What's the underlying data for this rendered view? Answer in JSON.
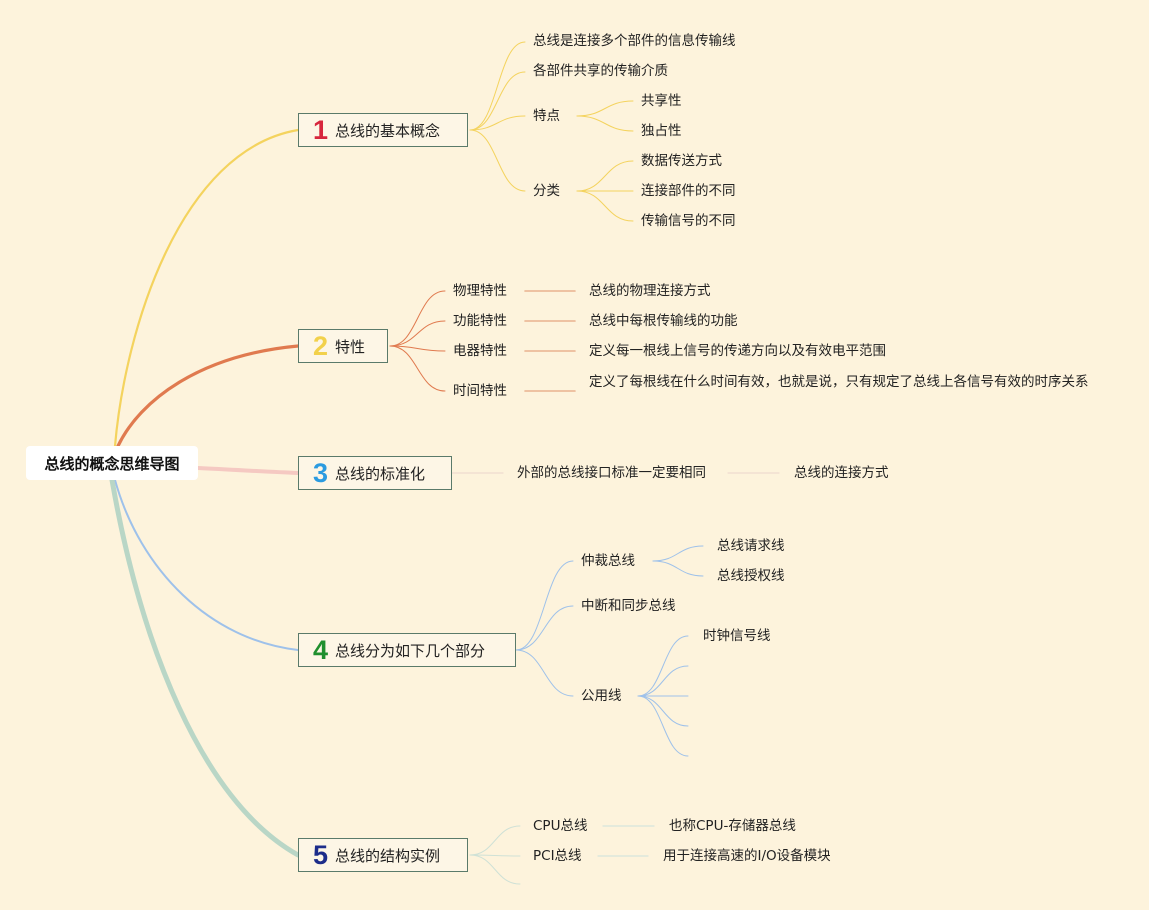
{
  "root": "总线的概念思维导图",
  "branches": [
    {
      "number": "1",
      "title": "总线的基本概念",
      "color": "#f4d35e",
      "number_color": "#d7263d",
      "children": [
        {
          "label": "总线是连接多个部件的信息传输线"
        },
        {
          "label": "各部件共享的传输介质"
        },
        {
          "label": "特点",
          "children": [
            {
              "label": "共享性"
            },
            {
              "label": "独占性"
            }
          ]
        },
        {
          "label": "分类",
          "children": [
            {
              "label": "数据传送方式"
            },
            {
              "label": "连接部件的不同"
            },
            {
              "label": "传输信号的不同"
            }
          ]
        }
      ]
    },
    {
      "number": "2",
      "title": "特性",
      "color": "#e07a4f",
      "number_color": "#f2d14b",
      "children": [
        {
          "label": "物理特性",
          "children": [
            {
              "label": "总线的物理连接方式"
            }
          ]
        },
        {
          "label": "功能特性",
          "children": [
            {
              "label": "总线中每根传输线的功能"
            }
          ]
        },
        {
          "label": "电器特性",
          "children": [
            {
              "label": "定义每一根线上信号的传递方向以及有效电平范围"
            }
          ]
        },
        {
          "label": "时间特性",
          "children": [
            {
              "label": "定义了每根线在什么时间有效，也就是说，只有规定了总线上各信号有效的时序关系"
            }
          ]
        }
      ]
    },
    {
      "number": "3",
      "title": "总线的标准化",
      "color": "#f5c9c2",
      "number_color": "#2b9be0",
      "children": [
        {
          "label": "外部的总线接口标准一定要相同",
          "children": [
            {
              "label": "总线的连接方式"
            }
          ]
        }
      ]
    },
    {
      "number": "4",
      "title": "总线分为如下几个部分",
      "color": "#9ec1ea",
      "number_color": "#1f8f2e",
      "children": [
        {
          "label": "仲裁总线",
          "children": [
            {
              "label": "总线请求线"
            },
            {
              "label": "总线授权线"
            }
          ]
        },
        {
          "label": "中断和同步总线"
        },
        {
          "label": "公用线",
          "children": [
            {
              "label": "时钟信号线"
            },
            {
              "label": ""
            },
            {
              "label": ""
            },
            {
              "label": ""
            },
            {
              "label": ""
            }
          ]
        }
      ]
    },
    {
      "number": "5",
      "title": "总线的结构实例",
      "color": "#b9d6c6",
      "number_color": "#1d2d8a",
      "children": [
        {
          "label": "CPU总线",
          "children": [
            {
              "label": "也称CPU-存储器总线"
            }
          ]
        },
        {
          "label": "PCI总线",
          "children": [
            {
              "label": "用于连接高速的I/O设备模块"
            }
          ]
        },
        {
          "label": ""
        }
      ]
    }
  ]
}
